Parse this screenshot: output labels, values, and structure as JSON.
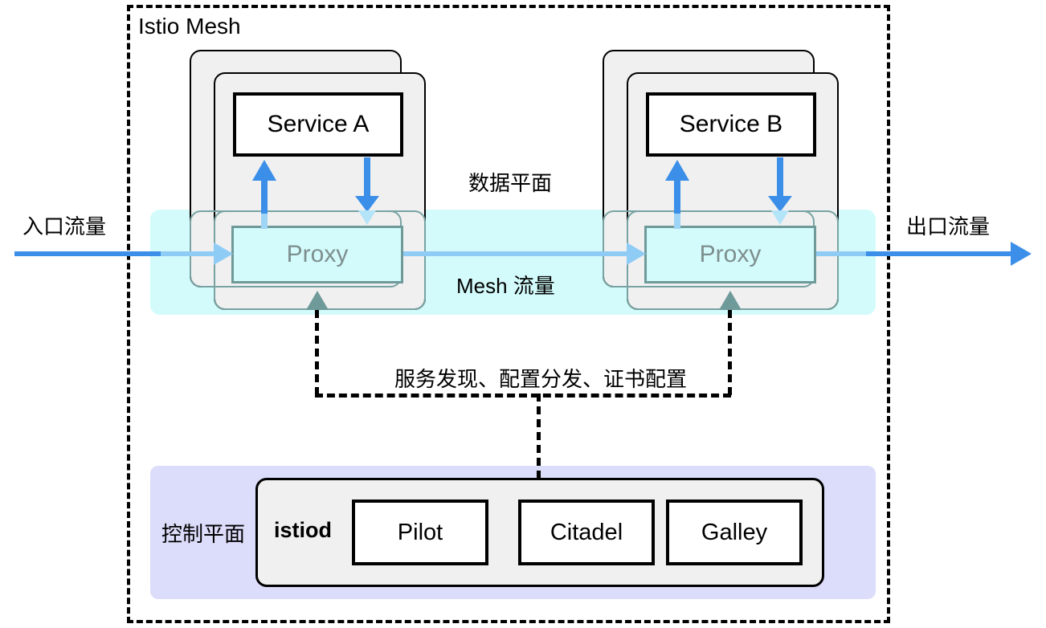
{
  "diagram": {
    "title": "Istio Mesh",
    "colors": {
      "accent_blue": "#3b8fe8",
      "light_blue": "#8ecbf5",
      "dataplane_cyan": "#d4fbfb",
      "controlplane_lavender": "#dcdcfb",
      "proxy_border_teal": "#6f9a9a",
      "pod_card_gray": "#f0f0f0",
      "boundary_black": "#000000"
    }
  },
  "traffic": {
    "ingress_label": "入口流量",
    "egress_label": "出口流量",
    "mesh_label": "Mesh 流量"
  },
  "planes": {
    "data_plane_label": "数据平面",
    "control_plane_label": "控制平面",
    "control_link_label": "服务发现、配置分发、证书配置"
  },
  "workloads": [
    {
      "service": "Service A",
      "proxy": "Proxy"
    },
    {
      "service": "Service B",
      "proxy": "Proxy"
    }
  ],
  "control_plane": {
    "istiod_label": "istiod",
    "components": [
      {
        "label": "Pilot"
      },
      {
        "label": "Citadel"
      },
      {
        "label": "Galley"
      }
    ]
  }
}
